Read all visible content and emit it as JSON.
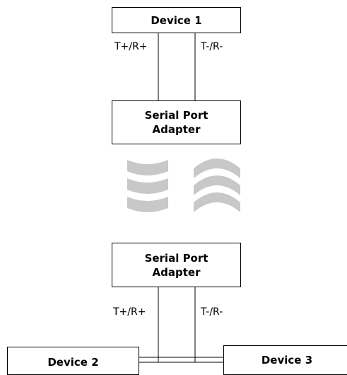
{
  "devices": {
    "device1": "Device 1",
    "device2": "Device 2",
    "device3": "Device 3"
  },
  "adapters": {
    "top": "Serial Port\nAdapter",
    "bottom": "Serial Port\nAdapter"
  },
  "signals": {
    "top_left": "T+/R+",
    "top_right": "T-/R-",
    "bottom_left": "T+/R+",
    "bottom_right": "T-/R-"
  },
  "icons": {
    "wireless": "wireless-signal-waves"
  },
  "colors": {
    "wave": "#c8c8c8",
    "line": "#000000"
  }
}
